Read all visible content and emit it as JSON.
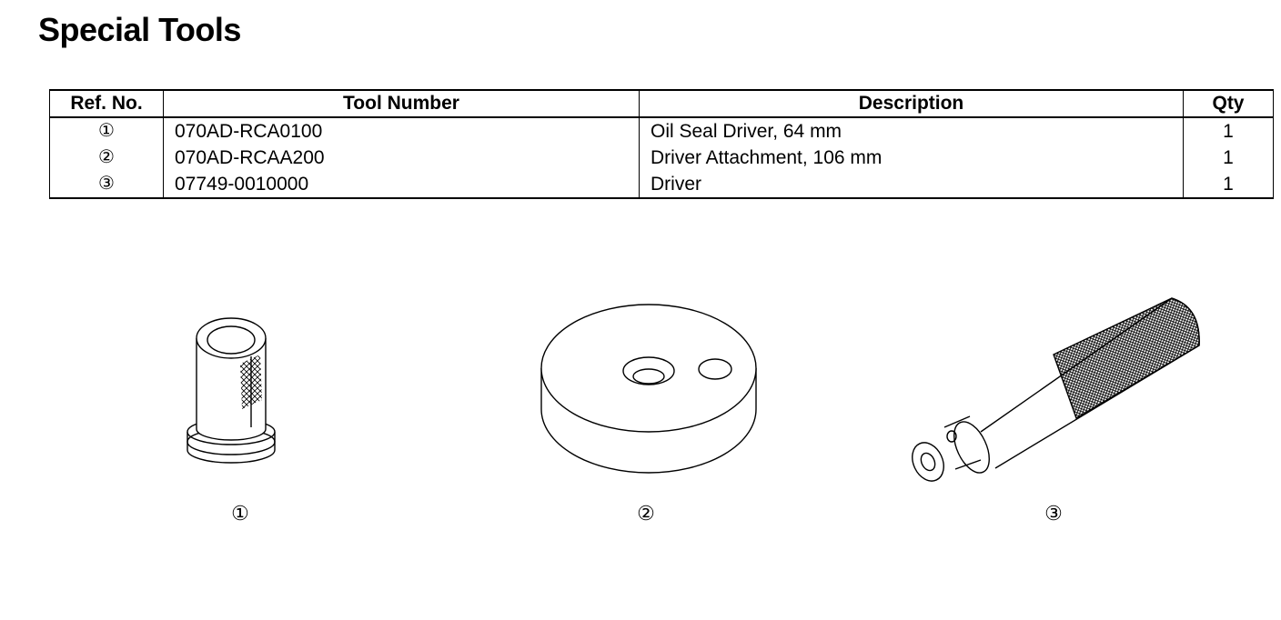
{
  "page": {
    "title": "Special Tools"
  },
  "table": {
    "headers": {
      "ref": "Ref. No.",
      "tool_number": "Tool Number",
      "description": "Description",
      "qty": "Qty"
    },
    "rows": [
      {
        "ref": "①",
        "tool_number": "070AD-RCA0100",
        "description": "Oil Seal Driver, 64 mm",
        "qty": "1"
      },
      {
        "ref": "②",
        "tool_number": "070AD-RCAA200",
        "description": "Driver Attachment, 106 mm",
        "qty": "1"
      },
      {
        "ref": "③",
        "tool_number": "07749-0010000",
        "description": "Driver",
        "qty": "1"
      }
    ]
  },
  "figures": {
    "items": [
      {
        "icon": "oil-seal-driver-illustration",
        "caption": "①"
      },
      {
        "icon": "driver-attachment-illustration",
        "caption": "②"
      },
      {
        "icon": "driver-handle-illustration",
        "caption": "③"
      }
    ]
  }
}
